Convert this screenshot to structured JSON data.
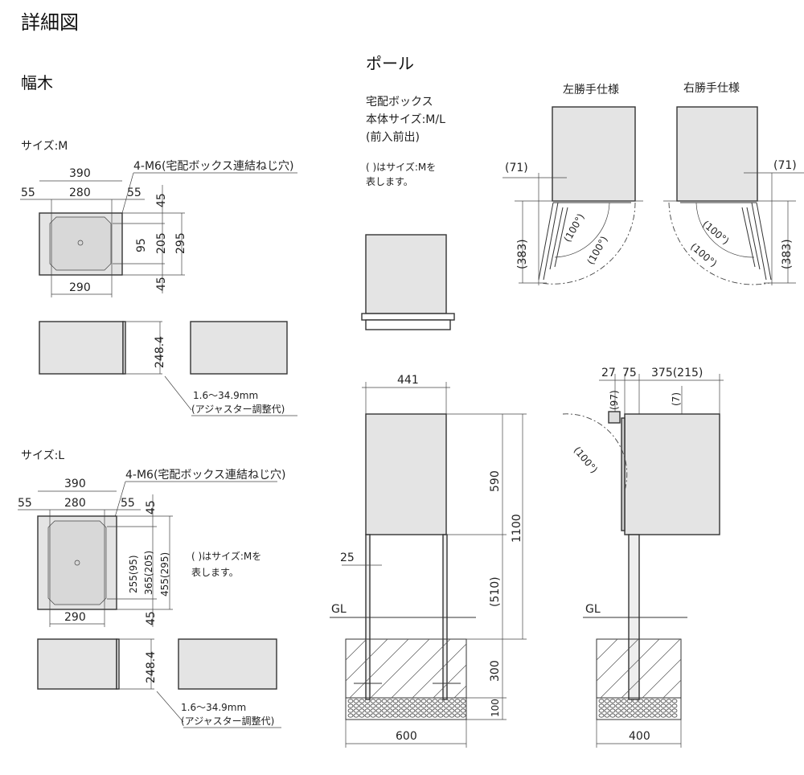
{
  "title": "詳細図",
  "baseboard": {
    "heading": "幅木",
    "size_m": {
      "label": "サイズ:M",
      "hole_note": "4-M6(宅配ボックス連結ねじ穴)",
      "width_outer": "390",
      "margin_left": "55",
      "width_inner": "280",
      "margin_right": "55",
      "top_margin": "45",
      "hole_pitch": "95",
      "inner_depth": "205",
      "outer_depth": "295",
      "bottom_margin": "45",
      "bottom_width": "290",
      "height": "248.4",
      "adjuster_range": "1.6〜34.9mm",
      "adjuster_label": "(アジャスター調整代)"
    },
    "size_l": {
      "label": "サイズ:L",
      "hole_note": "4-M6(宅配ボックス連結ねじ穴)",
      "width_outer": "390",
      "margin_left": "55",
      "width_inner": "280",
      "margin_right": "55",
      "top_margin": "45",
      "hole_pitch": "255(95)",
      "inner_depth": "365(205)",
      "outer_depth": "455(295)",
      "bottom_margin": "45",
      "bottom_width": "290",
      "height": "248.4",
      "adjuster_range": "1.6〜34.9mm",
      "adjuster_label": "(アジャスター調整代)",
      "note_line1": "( )はサイズ:Mを",
      "note_line2": "表します。"
    }
  },
  "pole": {
    "heading": "ポール",
    "desc_line1": "宅配ボックス",
    "desc_line2": "本体サイズ:M/L",
    "desc_line3": "(前入前出)",
    "note_line1": "( )はサイズ:Mを",
    "note_line2": "表します。",
    "left_hand": {
      "title": "左勝手仕様",
      "offset": "(71)",
      "door_depth": "(383)",
      "angle_inner": "(100°)",
      "angle_outer": "(100°)"
    },
    "right_hand": {
      "title": "右勝手仕様",
      "offset": "(71)",
      "door_depth": "(383)",
      "angle_inner": "(100°)",
      "angle_outer": "(100°)"
    },
    "front": {
      "width": "441",
      "pole_width": "25",
      "box_height": "590",
      "total_height": "1100",
      "pole_height": "(510)",
      "gl": "GL",
      "foundation_depth": "300",
      "gravel_depth": "100",
      "foundation_width": "600"
    },
    "side": {
      "dim_a": "27",
      "dim_b": "75",
      "depth": "375(215)",
      "handle": "(97)",
      "top_gap": "(7)",
      "angle": "(100°)",
      "gl": "GL",
      "foundation_width": "400"
    }
  }
}
